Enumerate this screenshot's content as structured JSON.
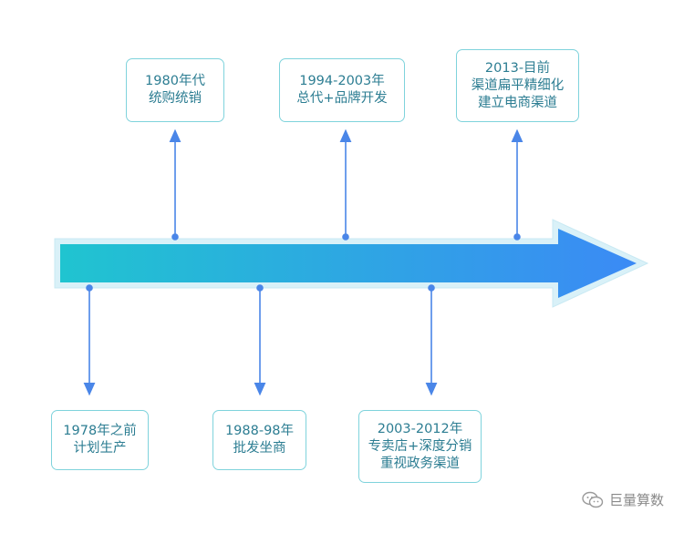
{
  "stages_above": [
    {
      "lines": [
        "1980年代",
        "统购统销"
      ]
    },
    {
      "lines": [
        "1994-2003年",
        "总代+品牌开发"
      ]
    },
    {
      "lines": [
        "2013-目前",
        "渠道扁平精细化",
        "建立电商渠道"
      ]
    }
  ],
  "stages_below": [
    {
      "lines": [
        "1978年之前",
        "计划生产"
      ]
    },
    {
      "lines": [
        "1988-98年",
        "批发坐商"
      ]
    },
    {
      "lines": [
        "2003-2012年",
        "专卖店+深度分销",
        "重视政务渠道"
      ]
    }
  ],
  "watermark": {
    "text": "巨量算数",
    "icon": "wechat-icon"
  },
  "colors": {
    "arrow_start": "#20c4d0",
    "arrow_end": "#3b8af5",
    "connector": "#4a86e8",
    "box_border": "#7fd3dc",
    "box_text": "#2c7d92"
  }
}
